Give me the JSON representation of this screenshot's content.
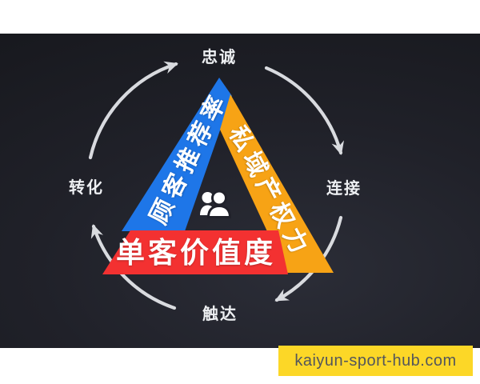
{
  "colors": {
    "background_dark": "#1b1c23",
    "frame_white": "#ffffff",
    "triangle_blue": "#1e76e8",
    "triangle_orange": "#f7a315",
    "triangle_red": "#f33131",
    "band_text": "#ffffff",
    "cycle_text": "#eef0f3",
    "arrow": "#e3e5e9",
    "icon": "#ffffff",
    "icon_outline": "#20212a",
    "banner_bg": "#fcd727",
    "banner_text": "#53565c"
  },
  "diagram": {
    "bands": [
      {
        "id": "left",
        "label": "顾客推荐率"
      },
      {
        "id": "right",
        "label": "私域产权力"
      },
      {
        "id": "bottom",
        "label": "单客价值度"
      }
    ],
    "cycle_labels": [
      {
        "position": "top",
        "label": "忠诚"
      },
      {
        "position": "right",
        "label": "连接"
      },
      {
        "position": "bottom",
        "label": "触达"
      },
      {
        "position": "left",
        "label": "转化"
      }
    ],
    "center_icon": "people-icon",
    "flow_direction": "clockwise"
  },
  "banner": {
    "text": "kaiyun-sport-hub.com"
  }
}
